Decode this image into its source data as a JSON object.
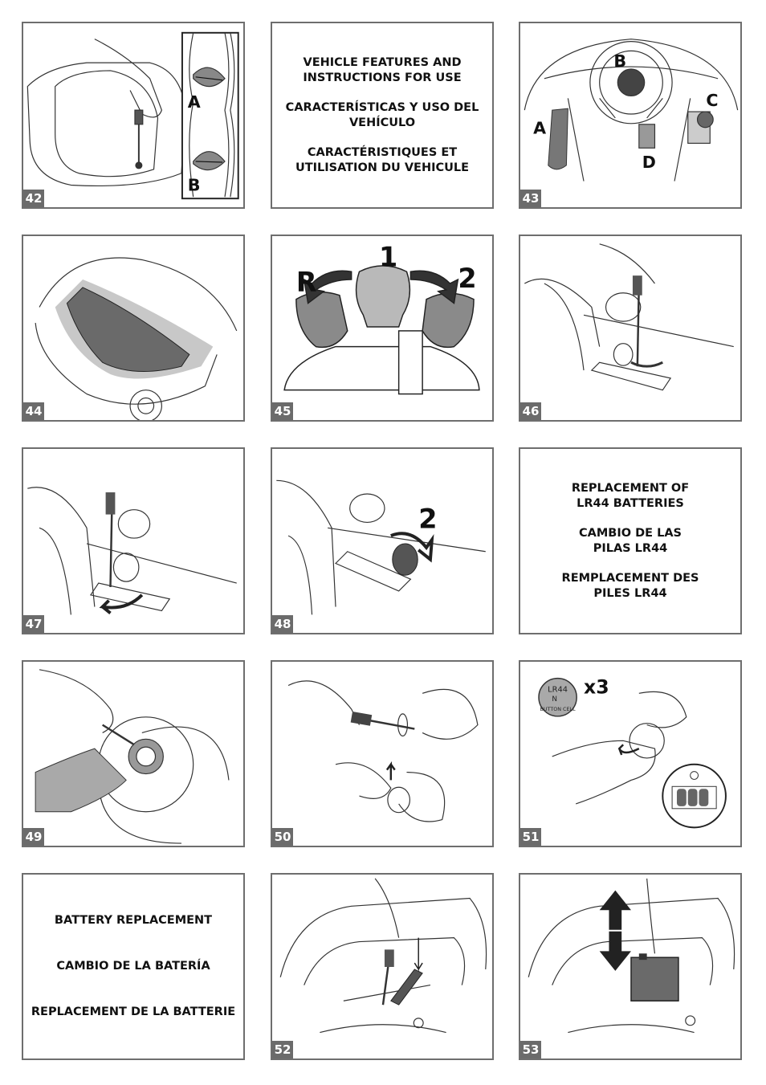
{
  "panels": {
    "p42": {
      "num": "42",
      "label_a": "A",
      "label_b": "B"
    },
    "p43": {
      "num": "43",
      "label_a": "A",
      "label_b": "B",
      "label_c": "C",
      "label_d": "D"
    },
    "p44": {
      "num": "44"
    },
    "p45": {
      "num": "45",
      "label_r": "R",
      "label_1": "1",
      "label_2": "2"
    },
    "p46": {
      "num": "46"
    },
    "p47": {
      "num": "47"
    },
    "p48": {
      "num": "48",
      "label_2": "2"
    },
    "p49": {
      "num": "49"
    },
    "p50": {
      "num": "50"
    },
    "p51": {
      "num": "51",
      "x3": "x3",
      "coin_text": "LR44",
      "coin_n": "N",
      "coin_cell": "BUTTON CELL"
    },
    "p52": {
      "num": "52"
    },
    "p53": {
      "num": "53"
    }
  },
  "text_panels": {
    "features": [
      "VEHICLE FEATURES AND\nINSTRUCTIONS FOR USE",
      "CARACTERÍSTICAS Y USO DEL\nVEHÍCULO",
      "CARACTÉRISTIQUES ET\nUTILISATION DU VEHICULE"
    ],
    "lr44": [
      "REPLACEMENT OF\nLR44 BATTERIES",
      "CAMBIO DE LAS\nPILAS LR44",
      "REMPLACEMENT DES\nPILES LR44"
    ],
    "battery": [
      "BATTERY REPLACEMENT",
      "CAMBIO DE LA BATERÍA",
      "REPLACEMENT DE LA BATTERIE"
    ]
  },
  "colors": {
    "border": "#6e6e6e",
    "badge": "#6b6b6b",
    "shade": "#8a8a8a",
    "light_shade": "#c8c8c8"
  }
}
